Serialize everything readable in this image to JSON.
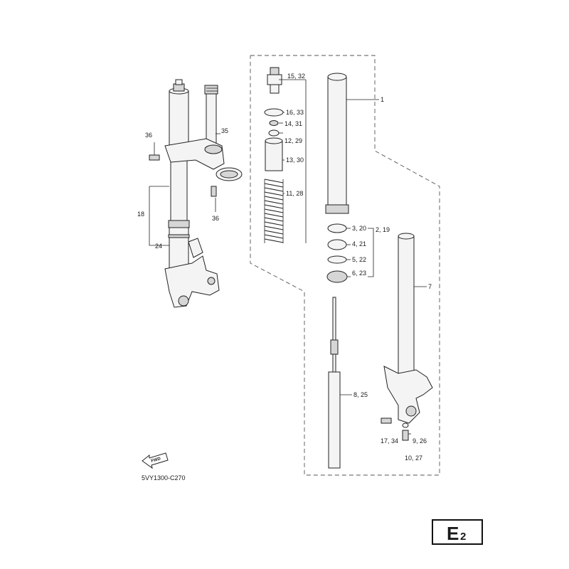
{
  "diagram": {
    "callouts": {
      "c1": "1",
      "c2_19": "2, 19",
      "c3_20": "3, 20",
      "c4_21": "4, 21",
      "c5_22": "5, 22",
      "c6_23": "6, 23",
      "c7": "7",
      "c8_25": "8, 25",
      "c9_26": "9, 26",
      "c10_27": "10, 27",
      "c11_28": "11, 28",
      "c12_29": "12, 29",
      "c13_30": "13, 30",
      "c14_31": "14, 31",
      "c15_32": "15, 32",
      "c16_33": "16, 33",
      "c17_34": "17, 34",
      "c18": "18",
      "c24": "24",
      "c35": "35",
      "c36_top": "36",
      "c36_bottom": "36"
    },
    "fwd_label": "FWD",
    "diagram_code": "5VY1300-C270",
    "page_badge": {
      "letter": "E",
      "number": "2"
    }
  }
}
